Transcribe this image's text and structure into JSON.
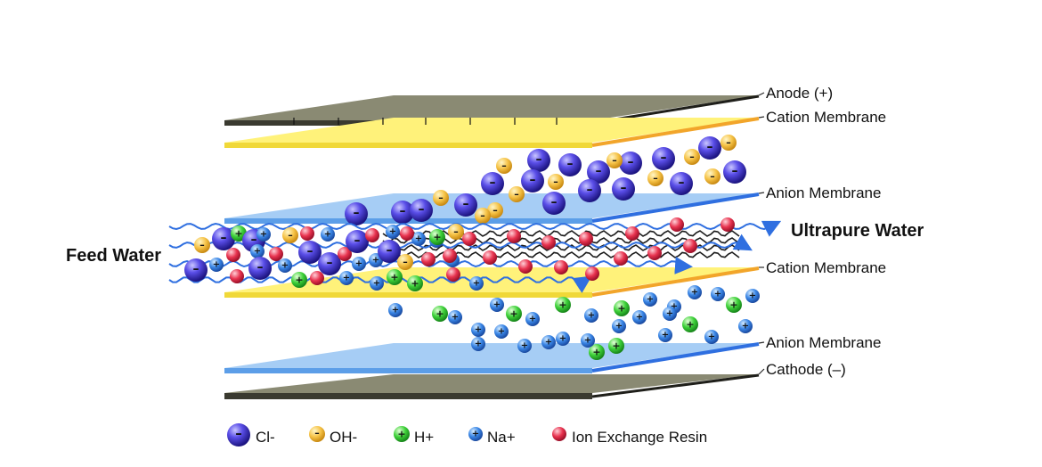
{
  "labels": {
    "anode": "Anode (+)",
    "cation_membrane_top": "Cation Membrane",
    "anion_membrane_top": "Anion Membrane",
    "ultrapure_water": "Ultrapure Water",
    "feed_water": "Feed Water",
    "cation_membrane_bottom": "Cation Membrane",
    "anion_membrane_bottom": "Anion Membrane",
    "cathode": "Cathode (–)"
  },
  "legend": [
    {
      "id": "cl",
      "label": "Cl-",
      "sign": "–",
      "color": "#4a3fd8"
    },
    {
      "id": "oh",
      "label": "OH-",
      "sign": "–",
      "color": "#f6c347"
    },
    {
      "id": "h",
      "label": "H+",
      "sign": "+",
      "color": "#3fd23a"
    },
    {
      "id": "na",
      "label": "Na+",
      "sign": "+",
      "color": "#3a86e6"
    },
    {
      "id": "resin",
      "label": "Ion Exchange Resin",
      "sign": "",
      "color": "#e8334f"
    }
  ],
  "colors": {
    "electrode": "#8a8a73",
    "cation_membrane": "#fff27a",
    "anion_membrane": "#8fc0f2",
    "flow_arrow": "#2f6fe0",
    "resin": "#e8334f"
  }
}
